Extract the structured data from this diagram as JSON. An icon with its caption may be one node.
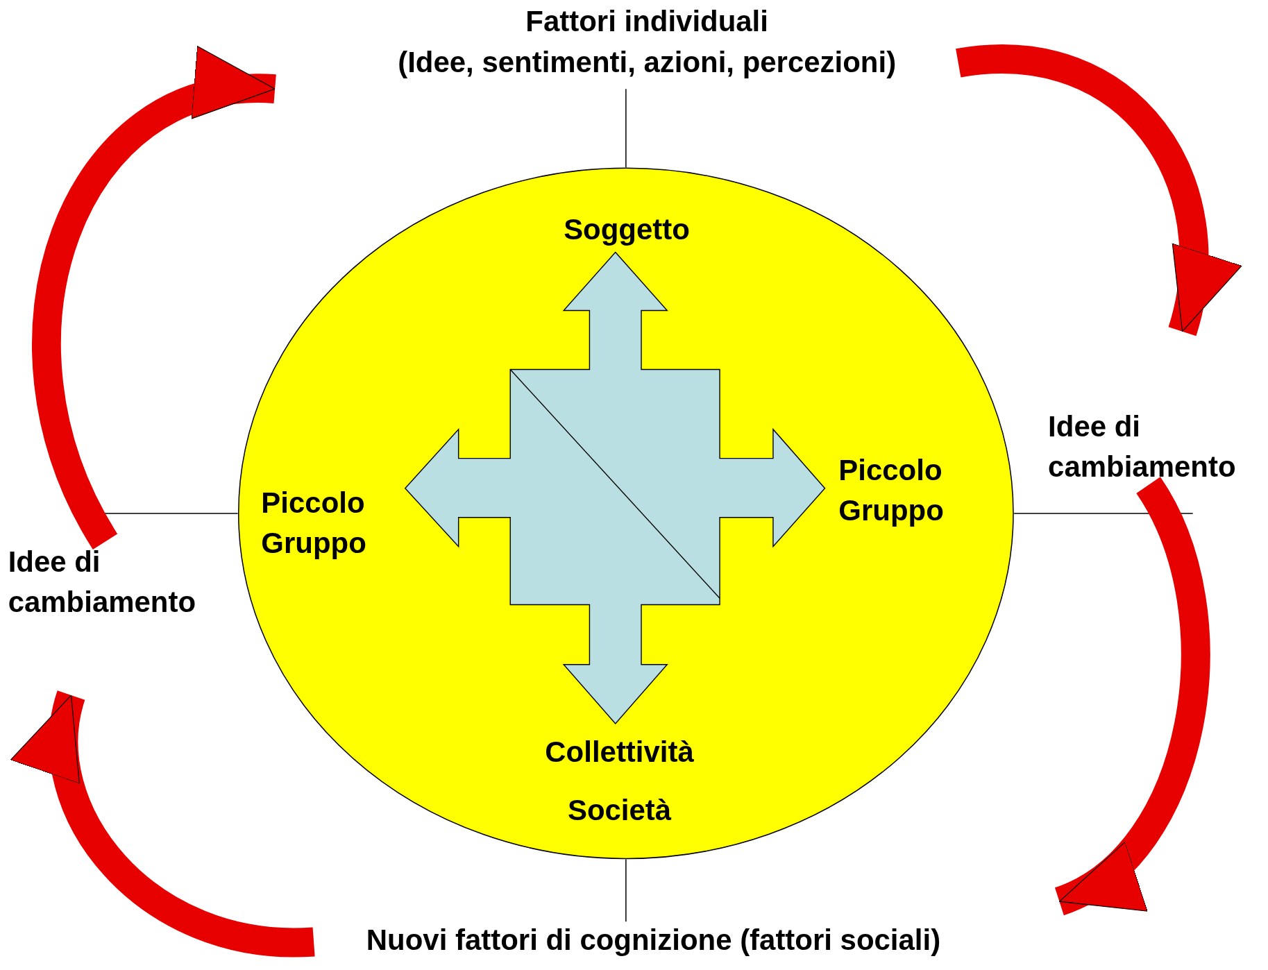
{
  "diagram": {
    "nodes": [
      {
        "text": [
          "Fattori individuali",
          "(Idee, sentimenti, azioni, percezioni)"
        ]
      },
      {
        "text": [
          "Idee di cambiamento"
        ]
      },
      {
        "text": [
          "Nuovi fattori di cognizione (fattori sociali)"
        ]
      },
      {
        "text": [
          "Idee di cambiamento"
        ]
      },
      {
        "text": [],
        "shape": "ellipse"
      },
      {
        "text": [
          "Soggetto"
        ],
        "in": 4
      },
      {
        "text": [
          "Piccolo Gruppo"
        ],
        "in": 4
      },
      {
        "text": [
          "Piccolo Gruppo"
        ],
        "in": 4
      },
      {
        "text": [
          "Collettività",
          "Società"
        ],
        "in": 4
      }
    ],
    "edges": [
      {
        "from": 0,
        "to": 1,
        "arrow": "to",
        "style": "thick"
      },
      {
        "from": 1,
        "to": 2,
        "arrow": "to",
        "style": "thick"
      },
      {
        "from": 2,
        "to": 3,
        "arrow": "to",
        "style": "thick"
      },
      {
        "from": 3,
        "to": 0,
        "arrow": "to",
        "style": "thick"
      },
      {
        "from": 0,
        "to": 4,
        "arrow": "none",
        "color": "#000000"
      },
      {
        "from": null,
        "to": 4,
        "arrow": "none",
        "color": "#000000"
      },
      {
        "from": 4,
        "to": null,
        "arrow": "none",
        "color": "#000000"
      },
      {
        "from": 4,
        "to": 2,
        "arrow": "none",
        "color": "#000000"
      }
    ]
  }
}
